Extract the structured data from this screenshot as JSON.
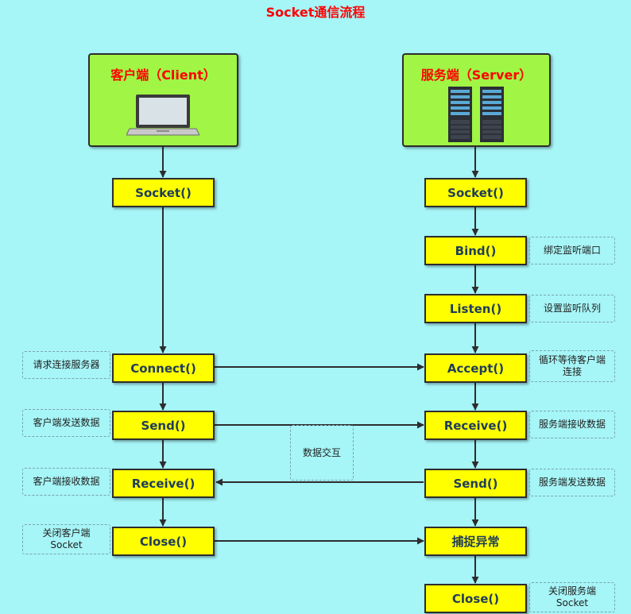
{
  "title": "Socket通信流程",
  "client": {
    "header": "客户端（Client）",
    "steps": {
      "socket": "Socket()",
      "connect": "Connect()",
      "send": "Send()",
      "receive": "Receive()",
      "close": "Close()"
    },
    "notes": {
      "connect": "请求连接服务器",
      "send": "客户端发送数据",
      "receive": "客户端接收数据",
      "close_line1": "关闭客户端",
      "close_line2": "Socket"
    }
  },
  "server": {
    "header": "服务端（Server）",
    "steps": {
      "socket": "Socket()",
      "bind": "Bind()",
      "listen": "Listen()",
      "accept": "Accept()",
      "receive": "Receive()",
      "send": "Send()",
      "catch": "捕捉异常",
      "close": "Close()"
    },
    "notes": {
      "bind": "绑定监听端口",
      "listen": "设置监听队列",
      "accept_line1": "循环等待客户端",
      "accept_line2": "连接",
      "receive": "服务端接收数据",
      "send": "服务端发送数据",
      "close_line1": "关闭服务端",
      "close_line2": "Socket"
    }
  },
  "exchange_note": "数据交互",
  "colors": {
    "background": "#a6f5f7",
    "header_fill": "#a0f545",
    "step_fill": "#ffff00",
    "title": "#ff0000",
    "line": "#2d2d2d"
  },
  "icons": {
    "client": "laptop-icon",
    "server": "server-rack-icon"
  }
}
